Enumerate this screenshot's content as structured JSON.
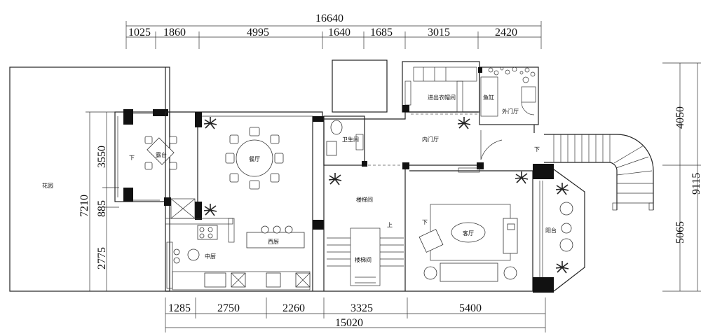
{
  "dimensions": {
    "top_total": "16640",
    "top_segments": [
      "1025",
      "1860",
      "4995",
      "1640",
      "1685",
      "3015",
      "2420"
    ],
    "bottom_total": "15020",
    "bottom_segments": [
      "1285",
      "2750",
      "2260",
      "3325",
      "5400"
    ],
    "left_total": "7210",
    "left_segments": [
      "3550",
      "885",
      "2775"
    ],
    "right_total": "9115",
    "right_segments": [
      "4050",
      "5065"
    ]
  },
  "rooms": {
    "garden": "花园",
    "deck": "露台",
    "dining": "餐厅",
    "western_kitchen": "西厨",
    "chinese_kitchen": "中厨",
    "bathroom": "卫生间",
    "inner_entry": "内门厅",
    "cloakroom": "进出衣帽间",
    "fish_tank": "鱼缸",
    "outer_entry": "外门厅",
    "stairwell": "楼梯间",
    "stair_core": "楼梯间",
    "living": "客厅",
    "balcony": "阳台"
  },
  "marks": {
    "down": "下",
    "up": "上"
  }
}
